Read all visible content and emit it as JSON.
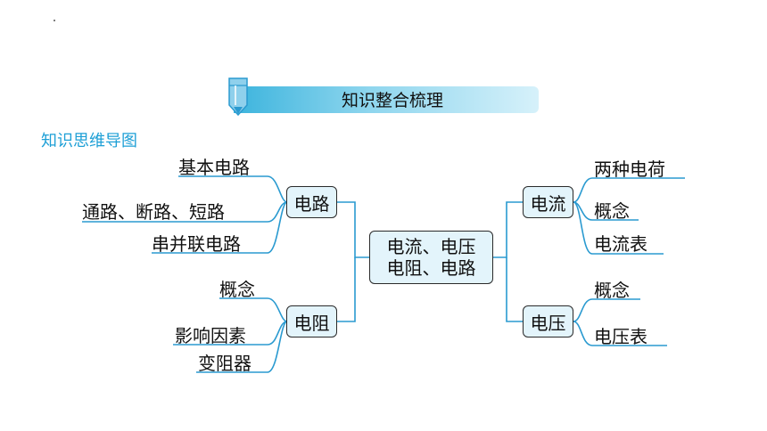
{
  "banner": {
    "title": "知识整合梳理"
  },
  "section": {
    "label": "知识思维导图"
  },
  "center": {
    "line1": "电流、电压",
    "line2": "电阻、电路"
  },
  "left": {
    "circuit": {
      "label": "电路",
      "leaves": [
        "基本电路",
        "通路、断路、短路",
        "串并联电路"
      ]
    },
    "resistance": {
      "label": "电阻",
      "leaves": [
        "概念",
        "影响因素",
        "变阻器"
      ]
    }
  },
  "right": {
    "current": {
      "label": "电流",
      "leaves": [
        "两种电荷",
        "概念",
        "电流表"
      ]
    },
    "voltage": {
      "label": "电压",
      "leaves": [
        "概念",
        "电压表"
      ]
    }
  },
  "colors": {
    "accent": "#1d9fd6",
    "node_fill": "#e3f4fb",
    "line": "#2a9ad0"
  }
}
